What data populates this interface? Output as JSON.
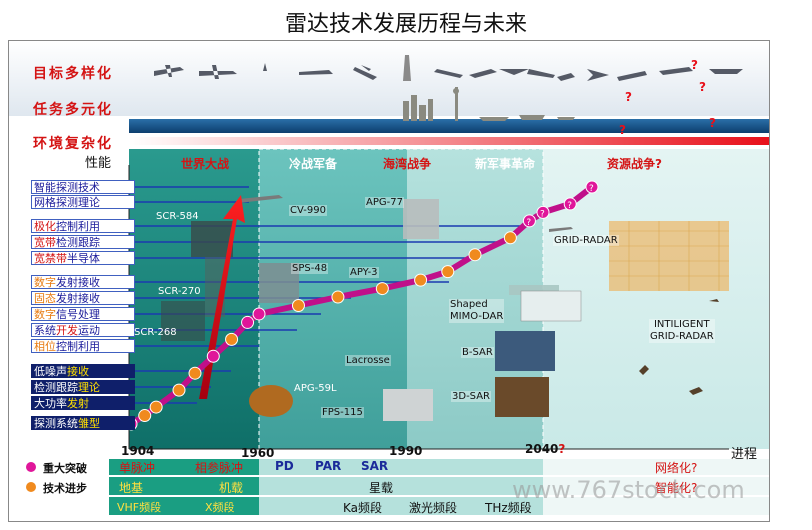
{
  "title": "雷达技术发展历程与未来",
  "header_rows": [
    {
      "text": "目标多样化"
    },
    {
      "text": "任务多元化"
    },
    {
      "text": "环境复杂化"
    }
  ],
  "axis": {
    "y_label": "性能",
    "x_label": "进程",
    "years": [
      "1904",
      "1960",
      "1990",
      "2040"
    ],
    "future_mark": "?"
  },
  "eras": [
    "世界大战",
    "冷战军备",
    "海湾战争",
    "新军事革命",
    "资源战争?"
  ],
  "tech_labels": [
    {
      "p1": "智能探测技术",
      "p2": "",
      "p3": ""
    },
    {
      "p1": "网格探测理论",
      "p2": "",
      "p3": ""
    },
    {
      "p1": "极化",
      "p2": "控制利用",
      "p3": ""
    },
    {
      "p1": "宽带",
      "p2": "检测跟踪",
      "p3": ""
    },
    {
      "p1": "宽禁带",
      "p2": "半导体",
      "p3": ""
    },
    {
      "p1": "数字",
      "p2": "发射接收",
      "p3": ""
    },
    {
      "p1": "固态",
      "p2": "发射接收",
      "p3": ""
    },
    {
      "p1": "数字",
      "p2": "信号处理",
      "p3": ""
    },
    {
      "p1": "系统",
      "p2": "开发",
      "p3": "运动"
    },
    {
      "p1": "相位",
      "p2": "控制利用",
      "p3": ""
    },
    {
      "p1": "低噪声",
      "p2": "接收",
      "p3": ""
    },
    {
      "p1": "检测跟踪",
      "p2": "理论",
      "p3": ""
    },
    {
      "p1": "大功率",
      "p2": "发射",
      "p3": ""
    },
    {
      "p1": "探测系统",
      "p2": "雏型",
      "p3": ""
    }
  ],
  "systems": [
    "SCR-584",
    "SCR-270",
    "SCR-268",
    "CV-990",
    "APG-77",
    "SPS-48",
    "APY-3",
    "Shaped\nMIMO-DAR",
    "GRID-RADAR",
    "Lacrosse",
    "B-SAR",
    "APG-59L",
    "FPS-115",
    "3D-SAR",
    "INTILIGENT\nGRID-RADAR"
  ],
  "legend": {
    "breakthrough": "重大突破",
    "progress": "技术进步",
    "breakthrough_color": "#e0169a",
    "progress_color": "#f08a1e"
  },
  "bottom": {
    "row1": [
      "单脉冲",
      "相参脉冲",
      "PD",
      "PAR",
      "SAR",
      "网络化?"
    ],
    "row2": [
      "地基",
      "机载",
      "星载",
      "智能化?"
    ],
    "row3": [
      "VHF频段",
      "X频段",
      "Ka频段",
      "激光频段",
      "THz频段"
    ]
  },
  "watermark": "www.767stock.com",
  "chart_data": {
    "type": "line",
    "x": [
      1904,
      1910,
      1915,
      1925,
      1932,
      1940,
      1948,
      1955,
      1960,
      1968,
      1976,
      1985,
      1995,
      2005,
      2015,
      2028,
      2035,
      2040,
      2050,
      2058
    ],
    "y": [
      0,
      0.5,
      1,
      2,
      3,
      4,
      5,
      6,
      6.5,
      7,
      7.5,
      8,
      8.5,
      9,
      10,
      11,
      12,
      12.5,
      13,
      14
    ],
    "point_kind": [
      "b",
      "p",
      "p",
      "p",
      "p",
      "b",
      "p",
      "b",
      "b",
      "p",
      "p",
      "p",
      "p",
      "p",
      "p",
      "p",
      "bq",
      "bq",
      "bq",
      "bq"
    ]
  }
}
